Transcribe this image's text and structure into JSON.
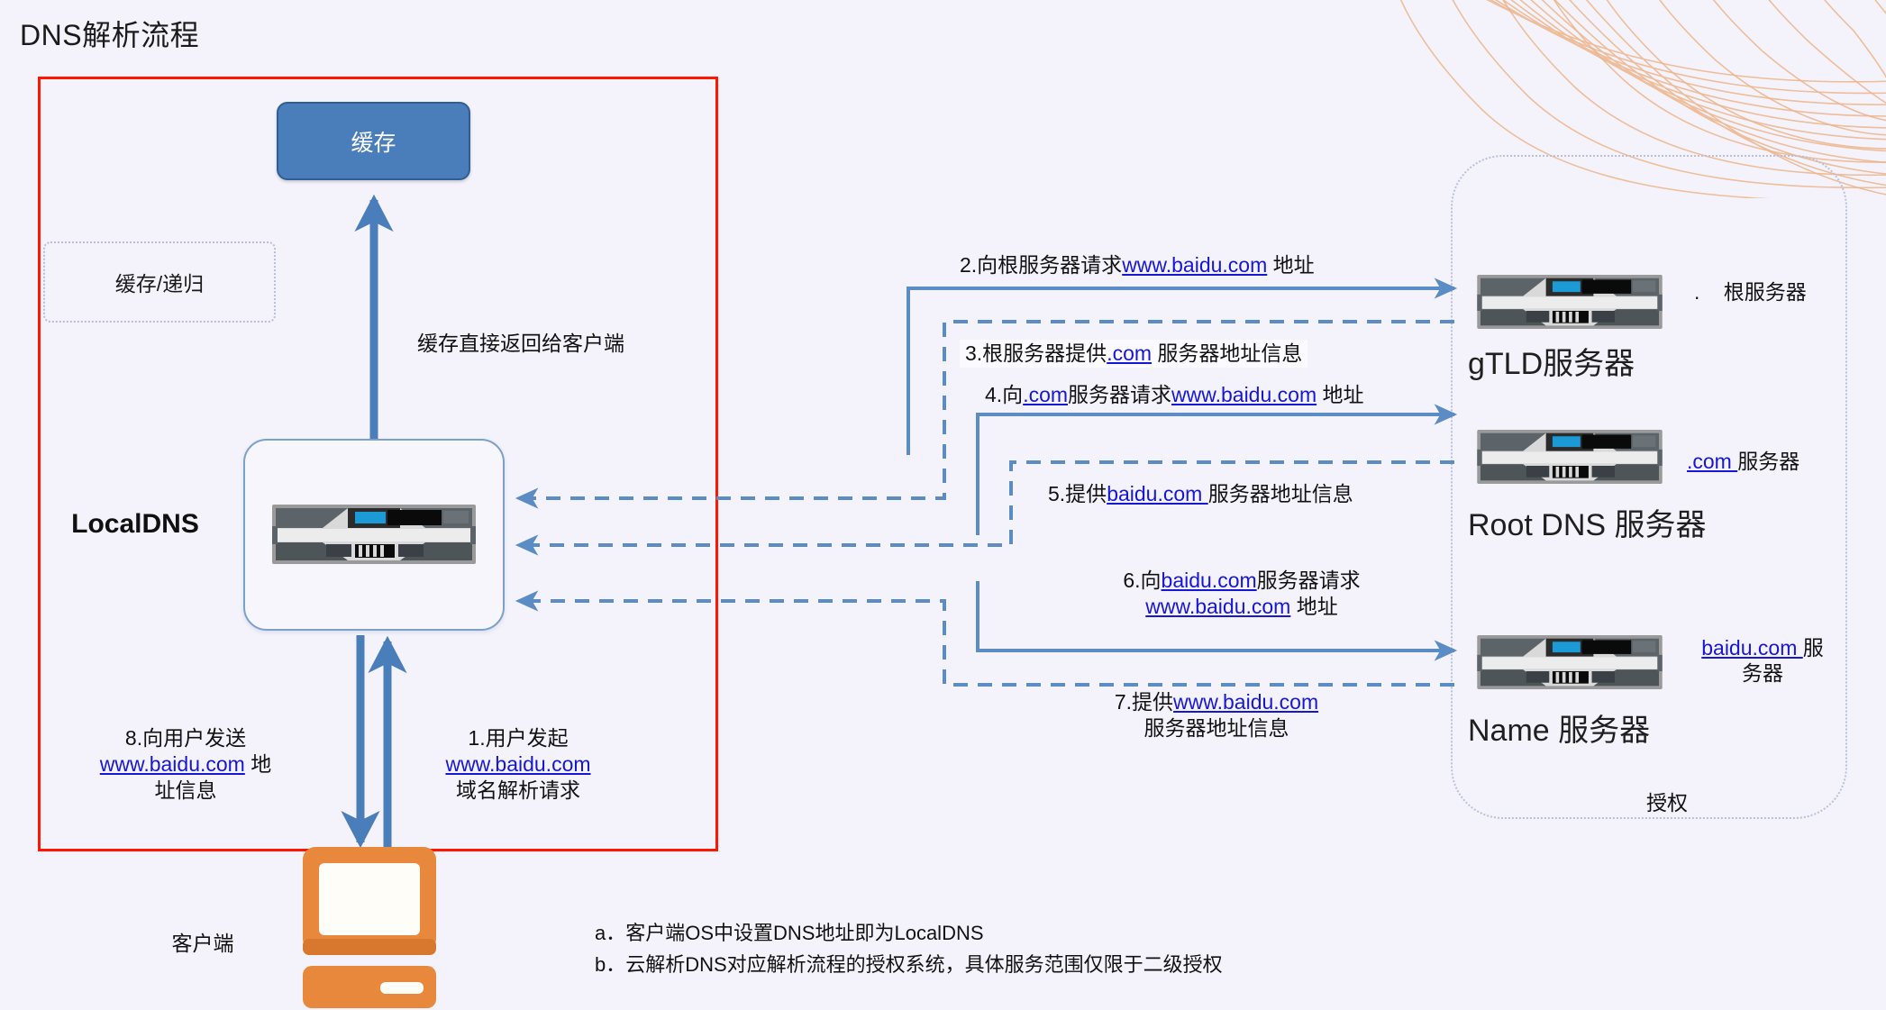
{
  "page": {
    "title": "DNS解析流程",
    "background_color": "#f4f3fb",
    "boundary_color": "#ff1500",
    "accent_blue": "#4a7ebb",
    "link_color": "#1616d6",
    "client_orange": "#e8883c"
  },
  "boxes": {
    "cache": {
      "label": "缓存"
    },
    "cache_callout": {
      "label": "缓存/递归"
    },
    "localdns": {
      "label": "LocalDNS"
    }
  },
  "servers": {
    "root": {
      "side_label_prefix": ".",
      "side_label": "根服务器",
      "section_label": "gTLD服务器"
    },
    "gtld": {
      "side_label_link": ".com ",
      "side_label_tail": "服务器",
      "section_label": "Root DNS 服务器"
    },
    "name": {
      "side_label_link": "baidu.com ",
      "side_label_tail": "服",
      "side_label_line2": "务器",
      "section_label": "Name 服务器"
    },
    "authority_footer": "授权"
  },
  "flows": {
    "cache_return": "缓存直接返回给客户端",
    "step1": {
      "line1": "1.用户发起",
      "link": "www.baidu.com",
      "line3": "域名解析请求"
    },
    "step2": {
      "pre": "2.向根服务器请求",
      "link": "www.baidu.com",
      "post": " 地址"
    },
    "step3": {
      "pre": "3.根服务器提供",
      "link": ".com",
      "post": " 服务器地址信息"
    },
    "step4": {
      "pre": "4.向",
      "link": ".com",
      "mid": "服务器请求",
      "link2": "www.baidu.com",
      "post": " 地址"
    },
    "step5": {
      "pre": "5.提供",
      "link": "baidu.com ",
      "post": "服务器地址信息"
    },
    "step6": {
      "pre": "6.向",
      "link": "baidu.com",
      "post": "服务器请求",
      "line2_link": "www.baidu.com",
      "line2_post": " 地址"
    },
    "step7": {
      "pre": "7.提供",
      "link": "www.baidu.com",
      "line2": "服务器地址信息"
    },
    "step8": {
      "line1": "8.向用户发送",
      "link": "www.baidu.com",
      "post": " 地",
      "line3": "址信息"
    }
  },
  "client": {
    "label": "客户端"
  },
  "notes": [
    "a．客户端OS中设置DNS地址即为LocalDNS",
    "b．云解析DNS对应解析流程的授权系统，具体服务范围仅限于二级授权"
  ]
}
